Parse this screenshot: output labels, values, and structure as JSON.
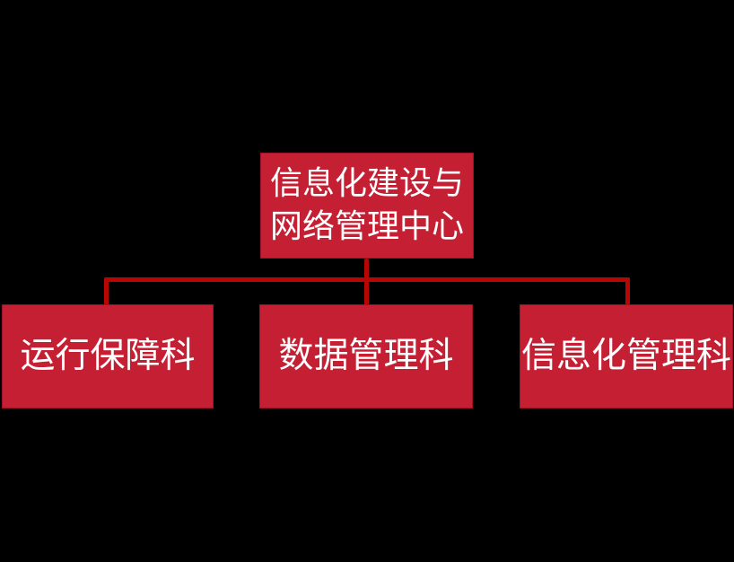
{
  "colors": {
    "background": "#000000",
    "box_fill": "#c41f33",
    "box_border": "#a01126",
    "connector": "#b80604",
    "text": "#ffffff"
  },
  "org_chart": {
    "type": "org-chart",
    "root": {
      "label": "信息化建设与网络管理中心",
      "line1": "信息化建设与",
      "line2": "网络管理中心"
    },
    "children": [
      {
        "label": "运行保障科"
      },
      {
        "label": "数据管理科"
      },
      {
        "label": "信息化管理科"
      }
    ]
  }
}
